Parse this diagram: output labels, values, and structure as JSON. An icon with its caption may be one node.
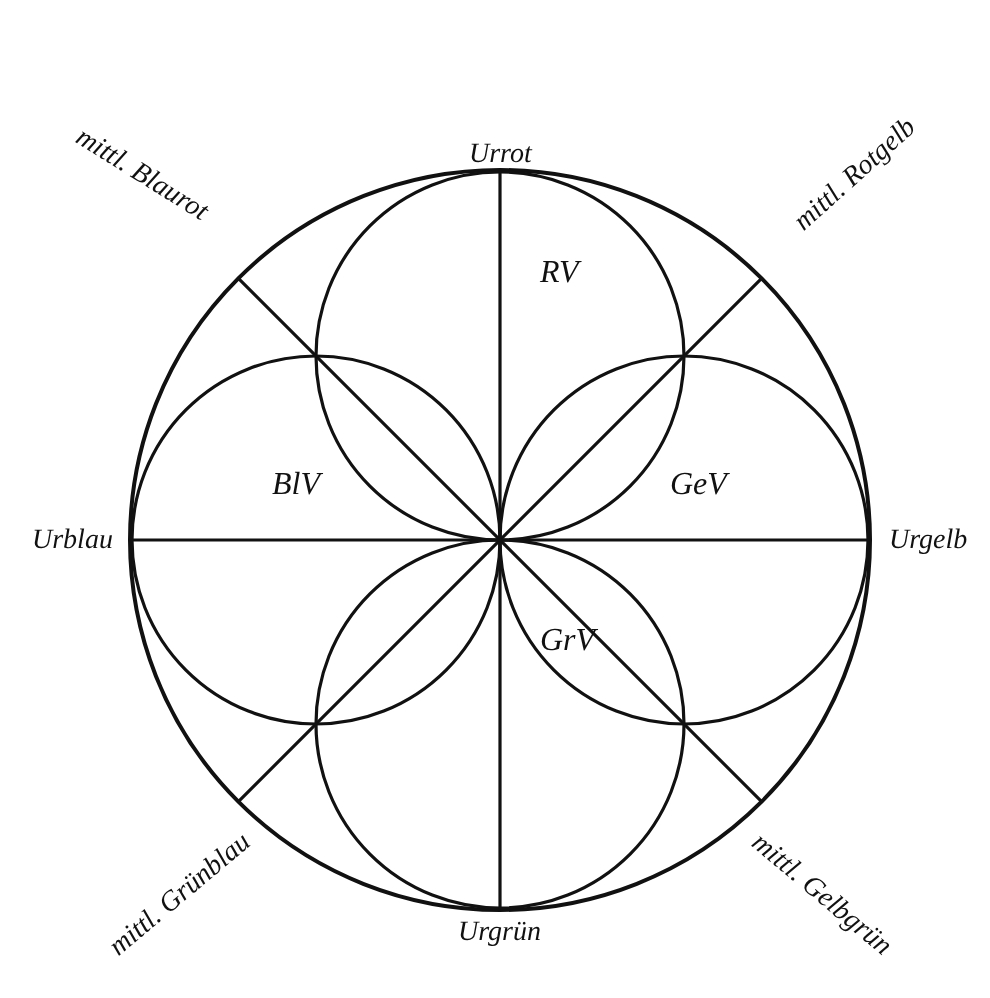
{
  "diagram": {
    "nodes": [
      {
        "text": [],
        "shape": "circle"
      },
      {
        "text": [
          "RV"
        ],
        "in": 0
      },
      {
        "text": [
          "BlV"
        ],
        "in": 0
      },
      {
        "text": [
          "GeV"
        ],
        "in": 0
      },
      {
        "text": [
          "GrV"
        ],
        "in": 0
      }
    ],
    "labels": [
      "Urrot",
      "mittl. Blaurot",
      "mittl. Rotgelb",
      "Urblau",
      "Urgelb",
      "mittl. Grünblau",
      "mittl. Gelbgrün",
      "Urgrün"
    ]
  }
}
